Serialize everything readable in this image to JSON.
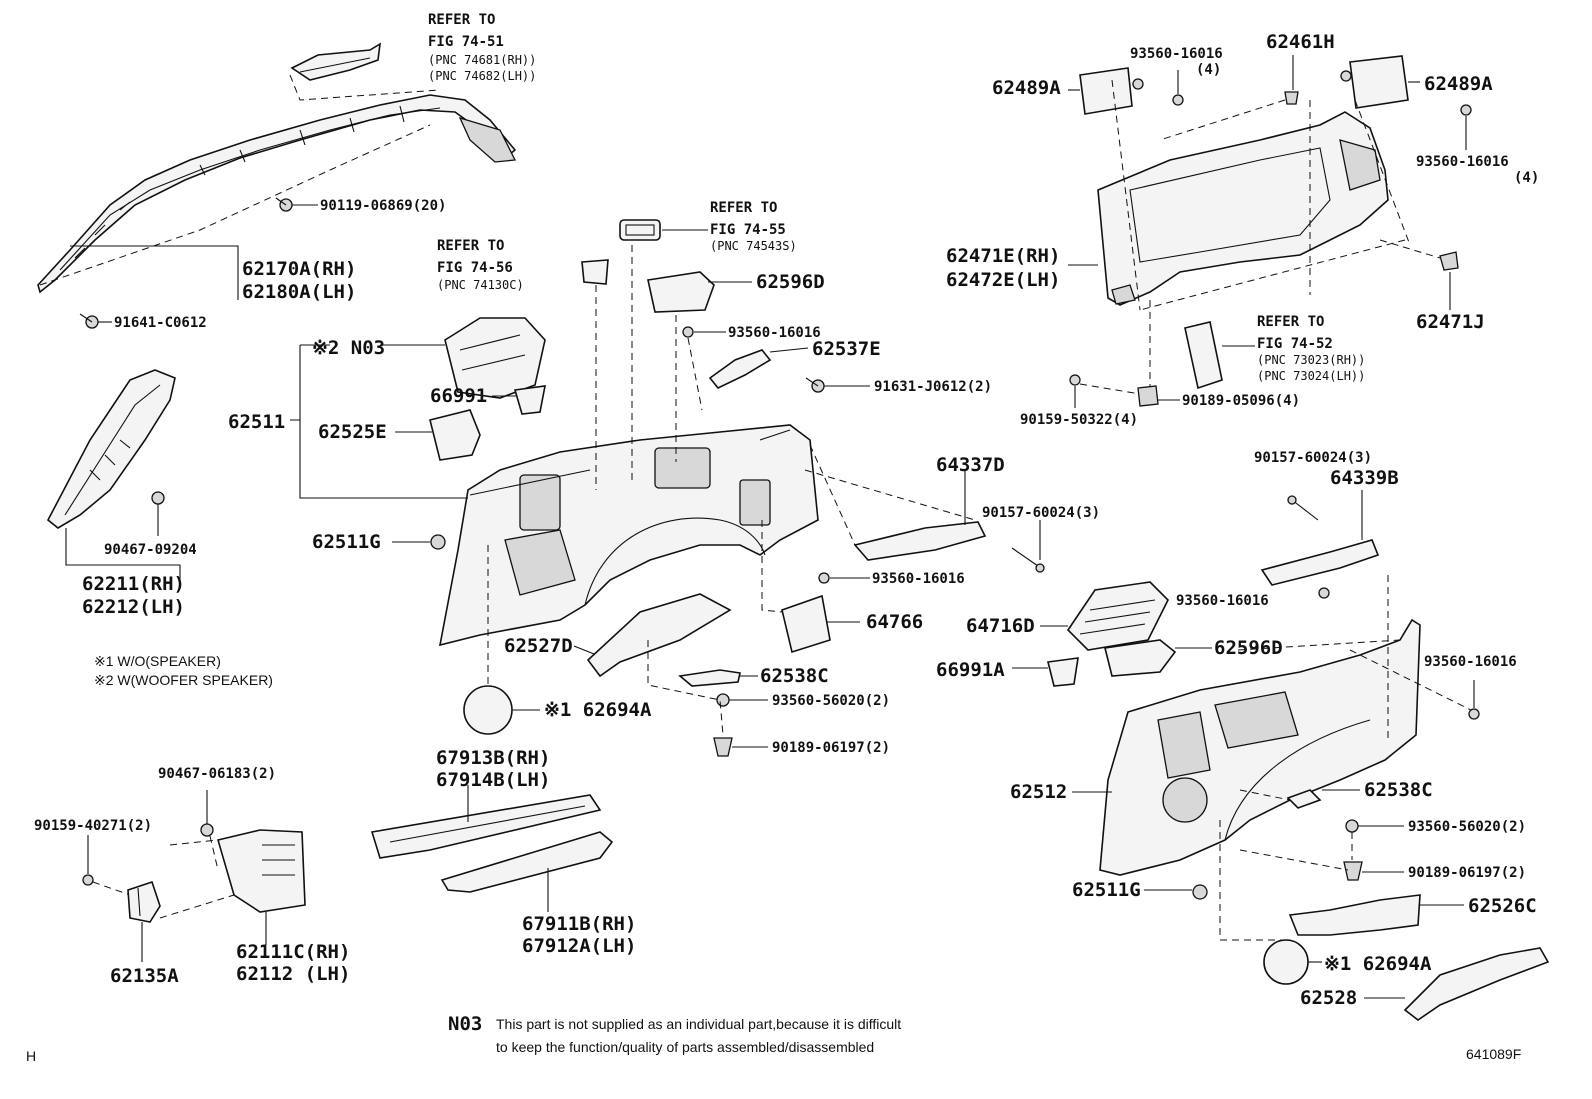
{
  "diagram": {
    "refs": [
      {
        "line1": "REFER TO",
        "line2": "FIG 74-51",
        "line3": "(PNC 74681(RH))",
        "line4": "(PNC 74682(LH))"
      },
      {
        "line1": "REFER TO",
        "line2": "FIG 74-55",
        "line3": "(PNC 74543S)"
      },
      {
        "line1": "REFER TO",
        "line2": "FIG 74-56",
        "line3": "(PNC 74130C)"
      },
      {
        "line1": "REFER TO",
        "line2": "FIG 74-52",
        "line3": "(PNC 73023(RH))",
        "line4": "(PNC 73024(LH))"
      }
    ],
    "labels": {
      "p90119": "90119-06869(20)",
      "p62170a": "62170A(RH)",
      "p62180a": "62180A(LH)",
      "p91641": "91641-C0612",
      "p62211": "62211(RH)",
      "p62212": "62212(LH)",
      "p90467a": "90467-09204",
      "p62596d_a": "62596D",
      "p93560_a": "93560-16016",
      "p62537e": "62537E",
      "p91631": "91631-J0612(2)",
      "p_n03": "※2 N03",
      "p62511": "62511",
      "p66991": "66991",
      "p62525e": "62525E",
      "p62511g_a": "62511G",
      "p64337d": "64337D",
      "p90157_a": "90157-60024(3)",
      "p93560_b": "93560-16016",
      "p64766": "64766",
      "p62527d": "62527D",
      "p62538c_a": "62538C",
      "p93560_56_a": "93560-56020(2)",
      "p90189_a": "90189-06197(2)",
      "p62694a_a": "※1 62694A",
      "p62489a_l": "62489A",
      "p93560_c": "93560-16016",
      "p_c4": "(4)",
      "p62461h": "62461H",
      "p62489a_r": "62489A",
      "p93560_d": "93560-16016",
      "p_d4": "(4)",
      "p62471e": "62471E(RH)",
      "p62472e": "62472E(LH)",
      "p62471j": "62471J",
      "p90159_50": "90159-50322(4)",
      "p90189_05": "90189-05096(4)",
      "p90157_b": "90157-60024(3)",
      "p64339b": "64339B",
      "p93560_e": "93560-16016",
      "p64716d": "64716D",
      "p62596d_b": "62596D",
      "p66991a": "66991A",
      "p93560_f": "93560-16016",
      "p62512": "62512",
      "p62538c_b": "62538C",
      "p93560_56_b": "93560-56020(2)",
      "p90189_b": "90189-06197(2)",
      "p62511g_b": "62511G",
      "p62526c": "62526C",
      "p62694a_b": "※1 62694A",
      "p62528": "62528",
      "p90467_b": "90467-06183(2)",
      "p90159_40": "90159-40271(2)",
      "p62135a": "62135A",
      "p62111c": "62111C(RH)",
      "p62112": "62112  (LH)",
      "p67913b": "67913B(RH)",
      "p67914b": "67914B(LH)",
      "p67911b": "67911B(RH)",
      "p67912a": "67912A(LH)"
    },
    "legend": {
      "item1": "※1  W/O(SPEAKER)",
      "item2": "※2  W(WOOFER SPEAKER)"
    },
    "note": {
      "code": "N03",
      "line1": "This part is not supplied as an individual part,because it is difficult",
      "line2": "to keep the function/quality of parts assembled/disassembled"
    },
    "corner_left": "H",
    "corner_right": "641089F"
  }
}
